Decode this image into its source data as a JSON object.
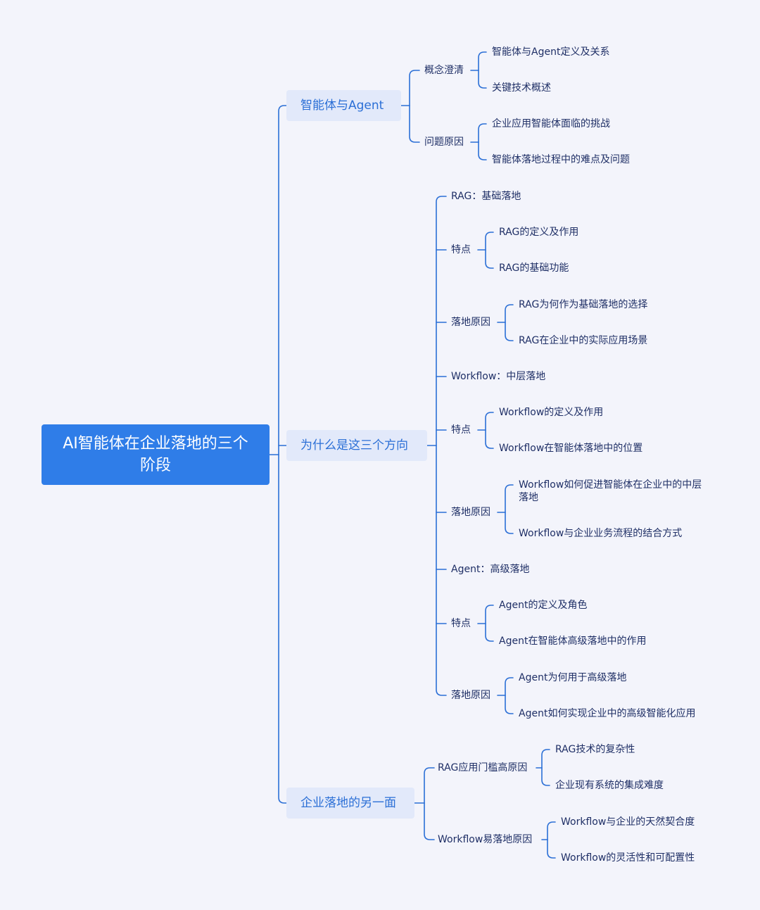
{
  "mindmap": {
    "root": "AI智能体在企业落地的三个阶段",
    "branches": [
      {
        "label": "智能体与Agent",
        "children": [
          {
            "label": "概念澄清",
            "children": [
              "智能体与Agent定义及关系",
              "关键技术概述"
            ]
          },
          {
            "label": "问题原因",
            "children": [
              "企业应用智能体面临的挑战",
              "智能体落地过程中的难点及问题"
            ]
          }
        ]
      },
      {
        "label": "为什么是这三个方向",
        "children": [
          {
            "label": "RAG：基础落地",
            "children": []
          },
          {
            "label": "特点",
            "children": [
              "RAG的定义及作用",
              "RAG的基础功能"
            ]
          },
          {
            "label": "落地原因",
            "children": [
              "RAG为何作为基础落地的选择",
              "RAG在企业中的实际应用场景"
            ]
          },
          {
            "label": "Workflow：中层落地",
            "children": []
          },
          {
            "label": "特点",
            "children": [
              "Workflow的定义及作用",
              "Workflow在智能体落地中的位置"
            ]
          },
          {
            "label": "落地原因",
            "children": [
              "Workflow如何促进智能体在企业中的中层落地",
              "Workflow与企业业务流程的结合方式"
            ]
          },
          {
            "label": "Agent：高级落地",
            "children": []
          },
          {
            "label": "特点",
            "children": [
              "Agent的定义及角色",
              "Agent在智能体高级落地中的作用"
            ]
          },
          {
            "label": "落地原因",
            "children": [
              "Agent为何用于高级落地",
              "Agent如何实现企业中的高级智能化应用"
            ]
          }
        ]
      },
      {
        "label": "企业落地的另一面",
        "children": [
          {
            "label": "RAG应用门槛高原因",
            "children": [
              "RAG技术的复杂性",
              "企业现有系统的集成难度"
            ]
          },
          {
            "label": "Workflow易落地原因",
            "children": [
              "Workflow与企业的天然契合度",
              "Workflow的灵活性和可配置性"
            ]
          }
        ]
      }
    ],
    "colors": {
      "line": "#2b6fd6",
      "root_bg": "#2f7de8",
      "branch_bg": "#e2e9fa",
      "text": "#1f2f66",
      "background": "#f3f4fb"
    }
  }
}
